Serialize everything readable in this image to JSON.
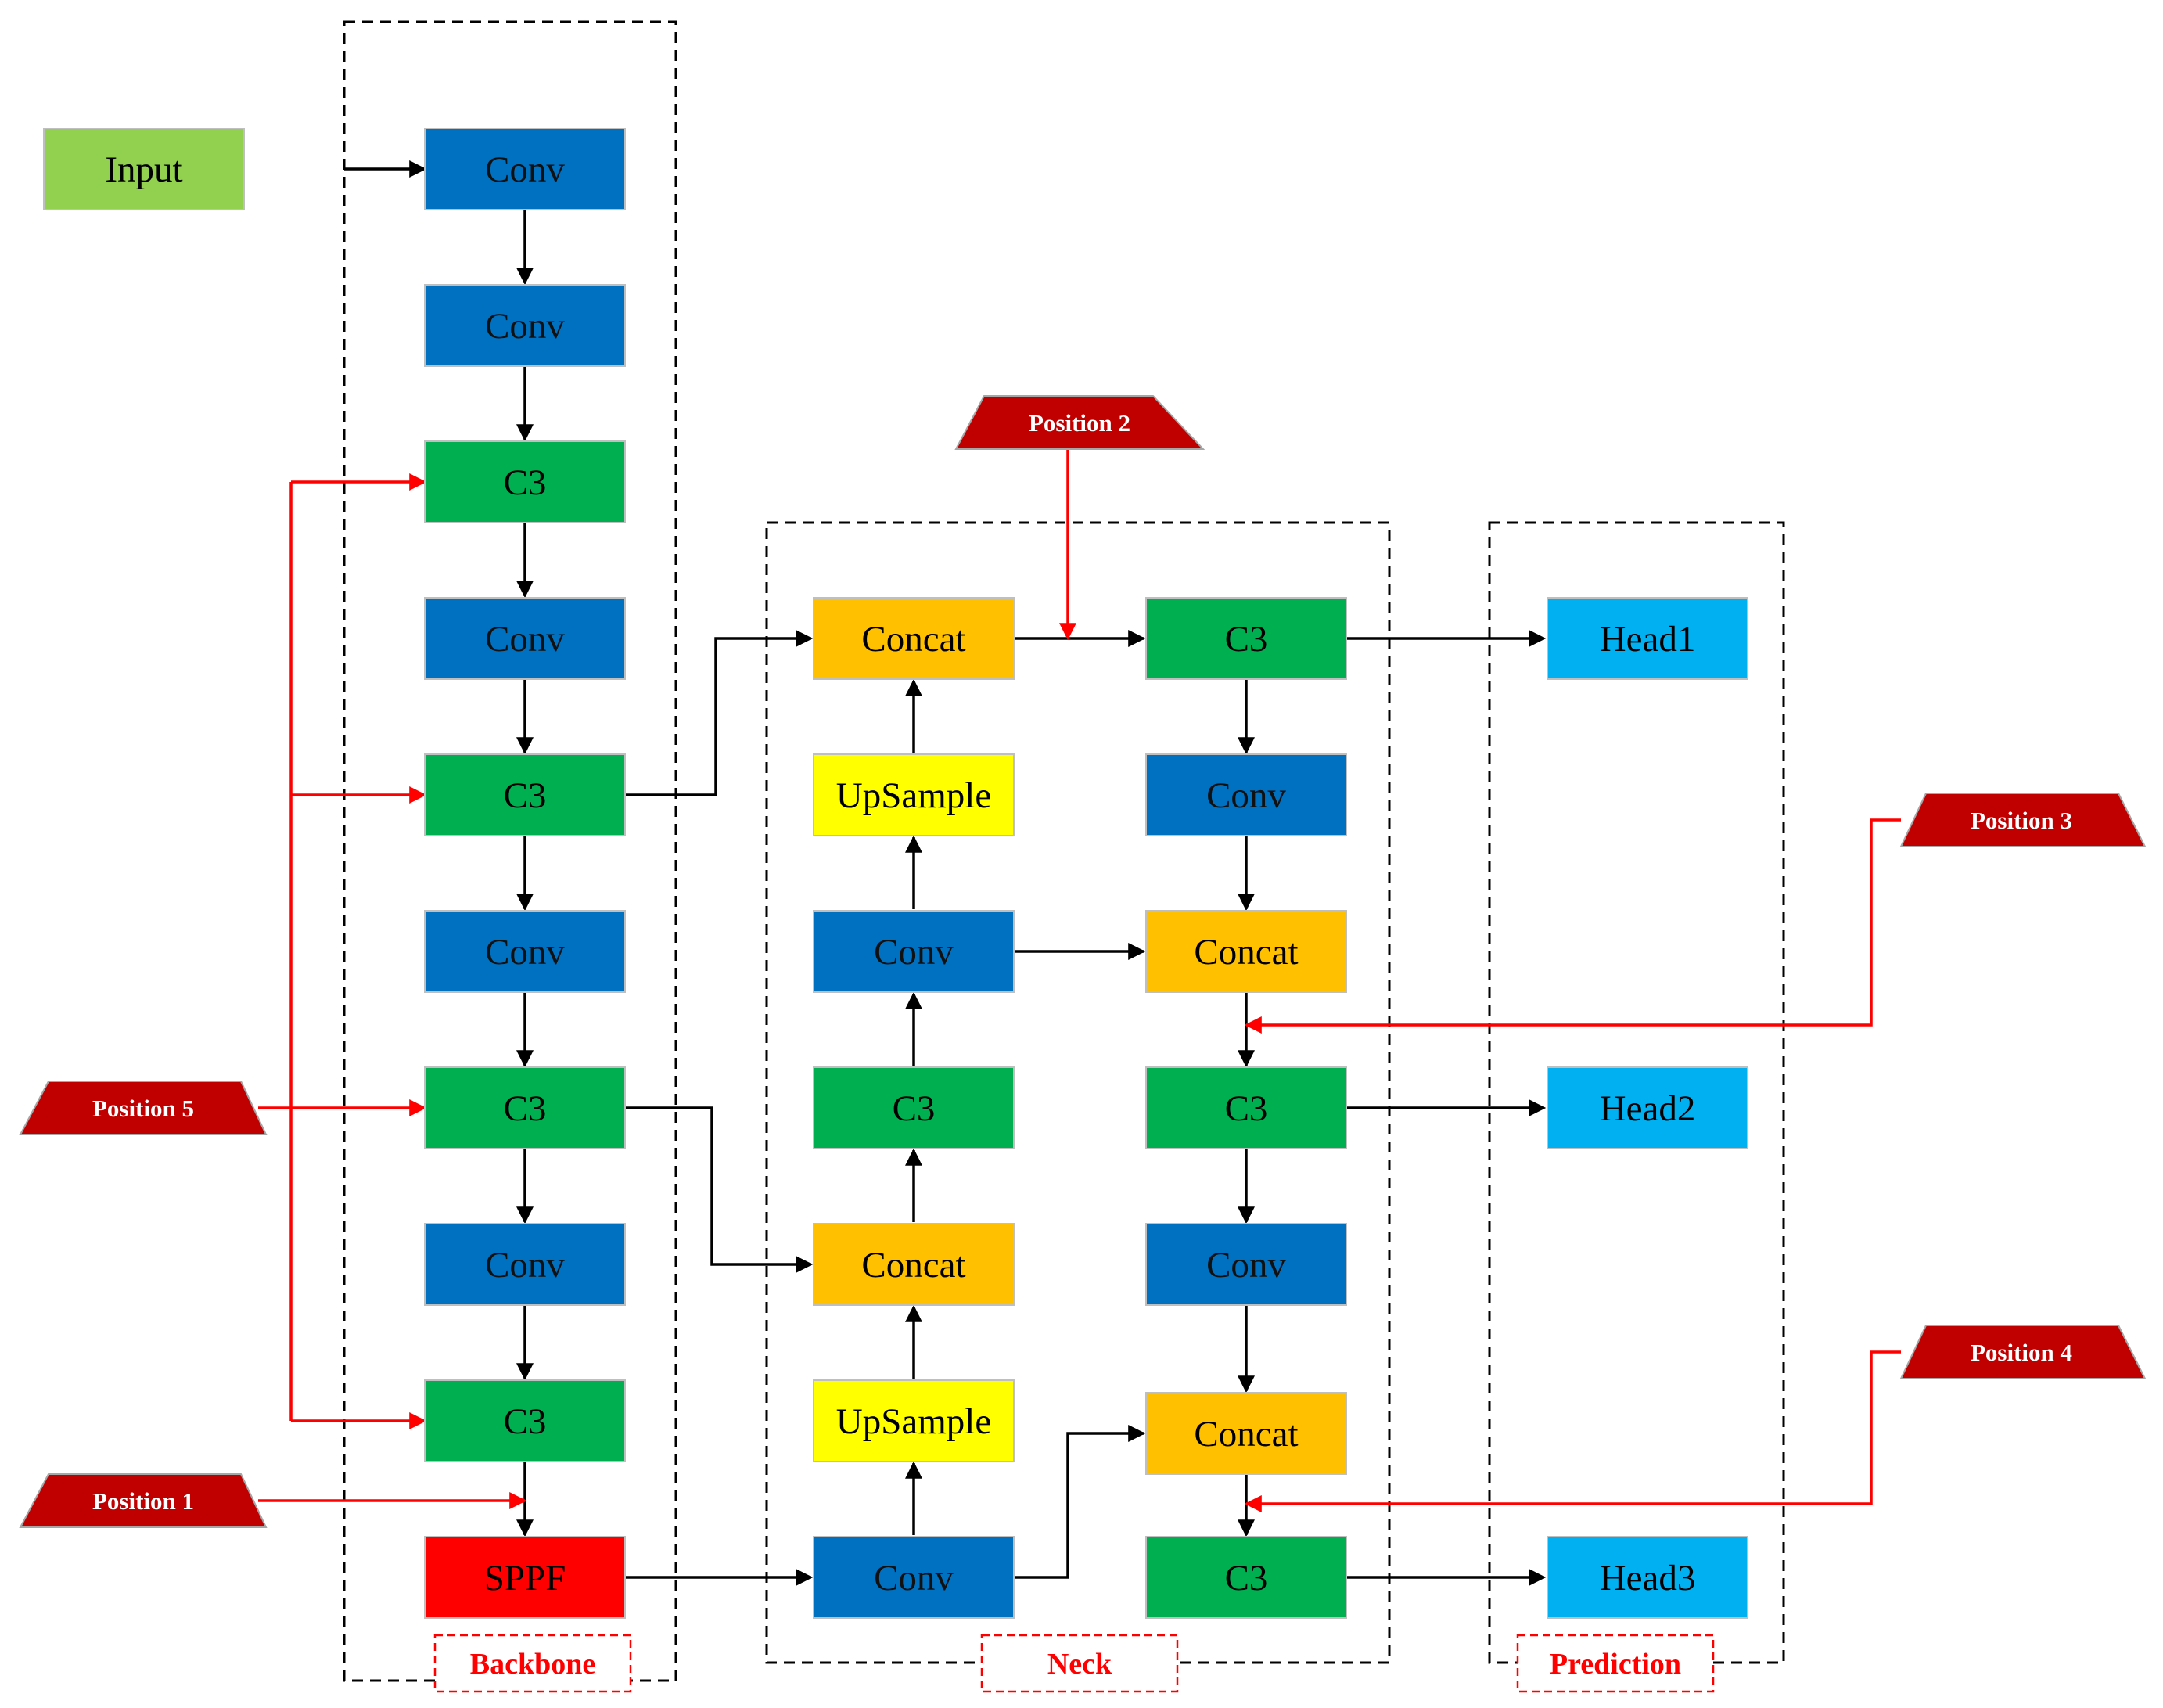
{
  "sections": {
    "backbone": "Backbone",
    "neck": "Neck",
    "prediction": "Prediction"
  },
  "blocks": {
    "input": "Input",
    "bb_conv1": "Conv",
    "bb_conv2": "Conv",
    "bb_c3_1": "C3",
    "bb_conv3": "Conv",
    "bb_c3_2": "C3",
    "bb_conv4": "Conv",
    "bb_c3_3": "C3",
    "bb_conv5": "Conv",
    "bb_c3_4": "C3",
    "bb_sppf": "SPPF",
    "nk_concat1": "Concat",
    "nk_upsample1": "UpSample",
    "nk_conv1": "Conv",
    "nk_c3_1": "C3",
    "nk_concat2": "Concat",
    "nk_upsample2": "UpSample",
    "nk_conv2": "Conv",
    "nk_c3_top": "C3",
    "nk_conv_r1": "Conv",
    "nk_concat_r1": "Concat",
    "nk_c3_mid": "C3",
    "nk_conv_r2": "Conv",
    "nk_concat_r2": "Concat",
    "nk_c3_bot": "C3",
    "head1": "Head1",
    "head2": "Head2",
    "head3": "Head3"
  },
  "positions": {
    "p1": "Position 1",
    "p2": "Position 2",
    "p3": "Position 3",
    "p4": "Position 4",
    "p5": "Position 5"
  },
  "colors": {
    "input": "#92d050",
    "conv": "#0070c0",
    "c3": "#00b050",
    "concat": "#ffc000",
    "upsample": "#ffff00",
    "sppf": "#ff0000",
    "head": "#00b0f0",
    "position_tag": "#c00000",
    "insert_line": "#ff0000",
    "flow_line": "#000000"
  }
}
